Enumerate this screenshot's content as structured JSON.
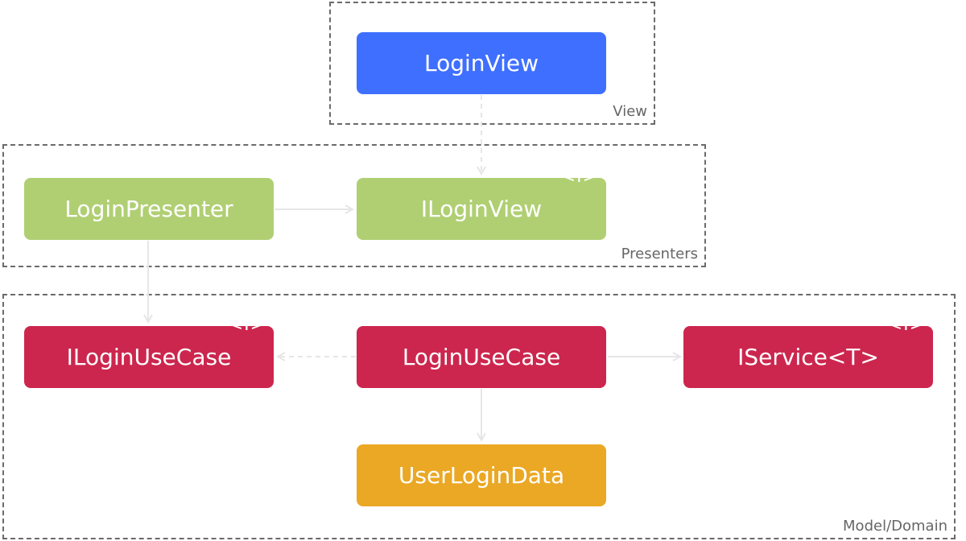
{
  "colors": {
    "view": "#3f6fff",
    "presenter": "#b0cf73",
    "usecase": "#cc264e",
    "data": "#eaa825",
    "connector": "#e6e6e6",
    "layer_border": "#6b6b6b"
  },
  "layers": {
    "view": {
      "label": "View"
    },
    "presenters": {
      "label": "Presenters"
    },
    "model": {
      "label": "Model/Domain"
    }
  },
  "nodes": {
    "login_view": {
      "label": "LoginView"
    },
    "login_presenter": {
      "label": "LoginPresenter"
    },
    "i_login_view": {
      "label": "ILoginView",
      "badge": "<I>"
    },
    "i_login_use_case": {
      "label": "ILoginUseCase",
      "badge": "<I>"
    },
    "login_use_case": {
      "label": "LoginUseCase"
    },
    "i_service": {
      "label": "IService<T>",
      "badge": "<I>"
    },
    "user_login_data": {
      "label": "UserLoginData"
    }
  },
  "edges": [
    {
      "from": "LoginView",
      "to": "ILoginView",
      "style": "dashed"
    },
    {
      "from": "LoginPresenter",
      "to": "ILoginView",
      "style": "solid"
    },
    {
      "from": "LoginPresenter",
      "to": "ILoginUseCase",
      "style": "solid"
    },
    {
      "from": "LoginUseCase",
      "to": "ILoginUseCase",
      "style": "dashed"
    },
    {
      "from": "LoginUseCase",
      "to": "IService<T>",
      "style": "solid"
    },
    {
      "from": "LoginUseCase",
      "to": "UserLoginData",
      "style": "solid"
    }
  ]
}
